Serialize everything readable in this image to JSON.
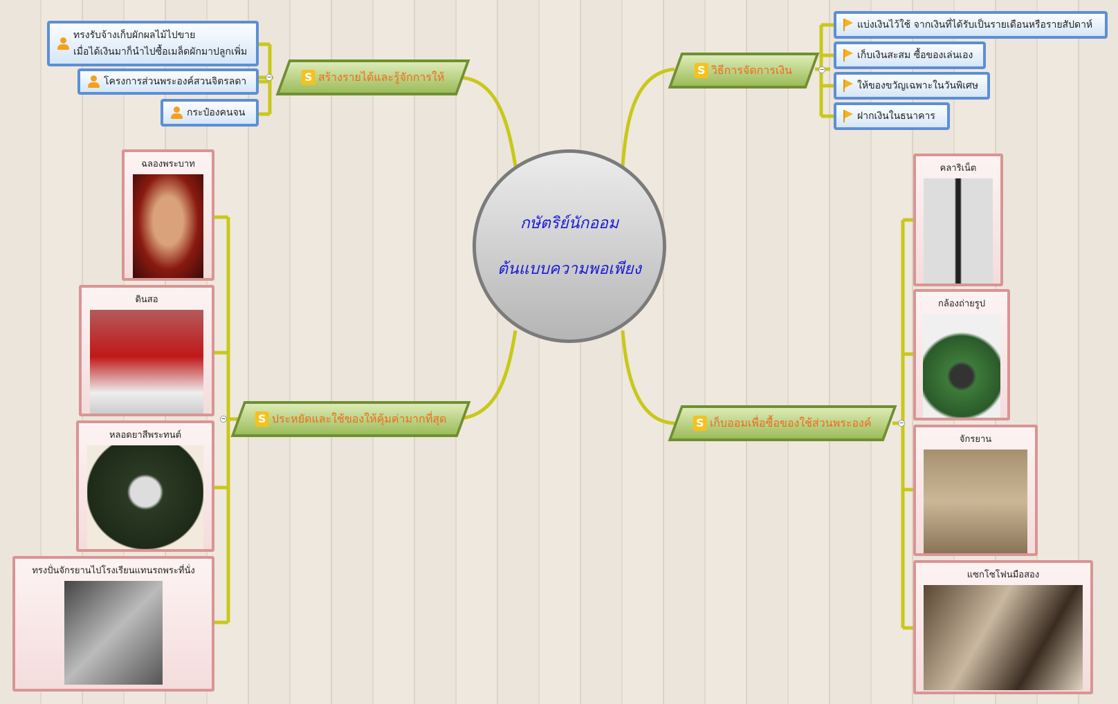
{
  "center": {
    "line1": "กษัตริย์นักออม",
    "line2": "ต้นแบบความพอเพียง"
  },
  "branches": {
    "income": {
      "label": "สร้างรายได้และรู้จักการให้",
      "items": [
        {
          "line1": "ทรงรับจ้างเก็บผักผลไม้ไปขาย",
          "line2": "เมื่อได้เงินมาก็นำไปซื้อเมล็ดผักมาปลูกเพิ่ม"
        },
        {
          "line1": "โครงการส่วนพระองค์สวนจิตรลดา"
        },
        {
          "line1": "กระป๋องคนจน"
        }
      ]
    },
    "money": {
      "label": "วิธีการจัดการเงิน",
      "items": [
        "แบ่งเงินไว้ใช้ จากเงินที่ได้รับเป็นรายเดือนหรือรายสัปดาห์",
        "เก็บเงินสะสม ซื้อของเล่นเอง",
        "ให้ของขวัญเฉพาะในวันพิเศษ",
        "ฝากเงินในธนาคาร"
      ]
    },
    "thrift": {
      "label": "ประหยัดและใช้ของให้คุ้มค่ามากที่สุด",
      "items": [
        "ฉลองพระบาท",
        "ดินสอ",
        "หลอดยาสีพระทนต์",
        "ทรงปั่นจักรยานไปโรงเรียนแทนรถพระที่นั่ง"
      ]
    },
    "saving": {
      "label": "เก็บออมเพื่อซื้อของใช้ส่วนพระองค์",
      "items": [
        "คลาริเน็ต",
        "กล้องถ่ายรูป",
        "จักรยาน",
        "แซกโซโฟนมือสอง"
      ]
    }
  },
  "icons": {
    "main": "dollar-icon",
    "income_items": "person-icon",
    "money_items": "flag-icon"
  },
  "colors": {
    "connector": "#c8c81a",
    "topic_text": "#f06a1a",
    "center_text": "#1a1ad8"
  }
}
